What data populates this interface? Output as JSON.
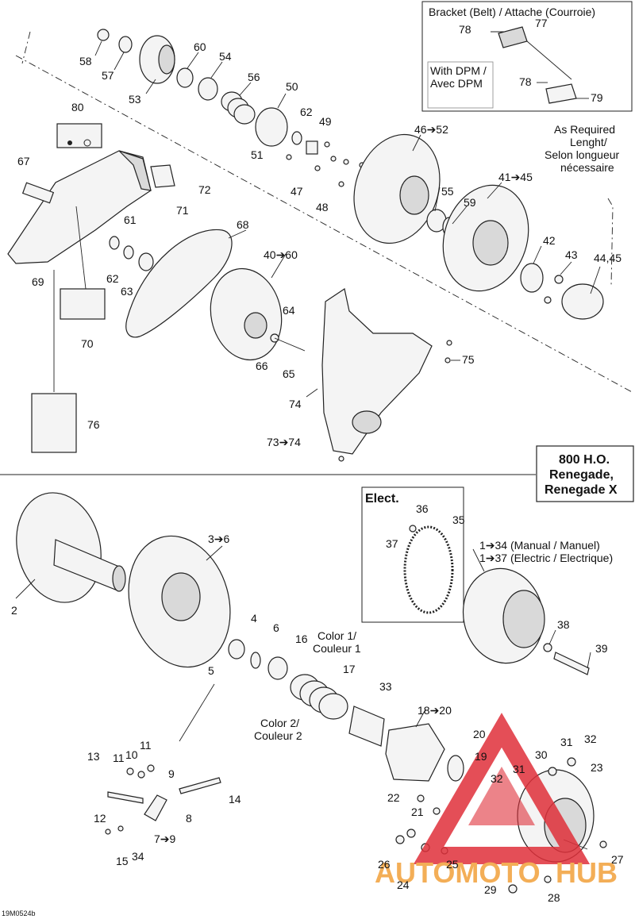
{
  "labels": {
    "p58": "58",
    "p57": "57",
    "p53": "53",
    "p60": "60",
    "p54": "54",
    "p56": "56",
    "p50": "50",
    "p62a": "62",
    "p49": "49",
    "p51": "51",
    "p80": "80",
    "p67": "67",
    "p72": "72",
    "p71": "71",
    "p47": "47",
    "p48": "48",
    "p46_52": "46➔52",
    "p41_45": "41➔45",
    "p55": "55",
    "p59": "59",
    "p61": "61",
    "p62b": "62",
    "p63": "63",
    "p69": "69",
    "p68": "68",
    "p40_60": "40➔60",
    "p42": "42",
    "p43": "43",
    "p44_45": "44,45",
    "p64": "64",
    "p66": "66",
    "p65": "65",
    "p75": "75",
    "p70": "70",
    "p74": "74",
    "p73_74": "73➔74",
    "p76": "76",
    "p2": "2",
    "p3_6": "3➔6",
    "p4": "4",
    "p6": "6",
    "p16": "16",
    "p5": "5",
    "p17": "17",
    "p33": "33",
    "p18_20": "18➔20",
    "p36": "36",
    "p35": "35",
    "p37": "37",
    "p38": "38",
    "p39": "39",
    "p20": "20",
    "p19": "19",
    "p31a": "31",
    "p32a": "32",
    "p30": "30",
    "p31b": "31",
    "p32b": "32",
    "p23": "23",
    "p22": "22",
    "p21": "21",
    "p13": "13",
    "p11a": "11",
    "p10": "10",
    "p11b": "11",
    "p9": "9",
    "p14": "14",
    "p12": "12",
    "p8": "8",
    "p7_9": "7➔9",
    "p15": "15",
    "p34": "34",
    "p26": "26",
    "p25": "25",
    "p24": "24",
    "p27": "27",
    "p29": "29",
    "p28": "28",
    "p77": "77",
    "p78a": "78",
    "p78b": "78",
    "p79": "79"
  },
  "bracket_box": {
    "title": "Bracket (Belt) / Attache (Courroie)",
    "dpm_line1": "With DPM /",
    "dpm_line2": "Avec DPM"
  },
  "as_required": {
    "line1": "As Required",
    "line2": "Lenght/",
    "line3": "Selon longueur",
    "line4": "nécessaire"
  },
  "model_box": {
    "line1": "800 H.O.",
    "line2": "Renegade,",
    "line3": "Renegade X"
  },
  "elect_box": {
    "title": "Elect."
  },
  "variant_notes": {
    "manual": "1➔34 (Manual / Manuel)",
    "electric": "1➔37 (Electric / Electrique)"
  },
  "color_notes": {
    "c1_line1": "Color 1/",
    "c1_line2": "Couleur 1",
    "c2_line1": "Color 2/",
    "c2_line2": "Couleur 2"
  },
  "footer": {
    "code": "19M0524b"
  },
  "watermark": {
    "part1": "AUTOMOTO",
    "part2": "HUB"
  },
  "colors": {
    "ink": "#222222",
    "watermark_red": "#e0303a",
    "watermark_orange": "#f2a03a"
  }
}
